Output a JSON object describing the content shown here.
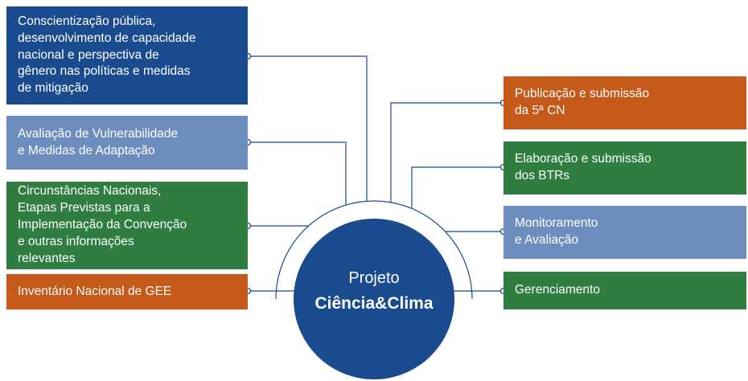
{
  "center": {
    "line1": "Projeto",
    "line2": "Ciência&Clima"
  },
  "left_boxes": [
    {
      "label": "Conscientização pública,\ndesenvolvimento de capacidade\nnacional e perspectiva de\ngênero nas políticas e medidas\nde mitigação",
      "color": "#1A4B8F"
    },
    {
      "label": "Avaliação de Vulnerabilidade\ne Medidas de Adaptação",
      "color": "#6D8DBF"
    },
    {
      "label": "Circunstâncias Nacionais,\nEtapas Previstas para a\nImplementação da Convenção\ne outras informações\nrelevantes",
      "color": "#2F7D41"
    },
    {
      "label": "Inventário Nacional de GEE",
      "color": "#C4591A"
    }
  ],
  "right_boxes": [
    {
      "label": "Publicação e submissão\nda 5ª CN",
      "color": "#C4591A"
    },
    {
      "label": "Elaboração e submissão\ndos BTRs",
      "color": "#2F7D41"
    },
    {
      "label": "Monitoramento\ne Avaliação",
      "color": "#6D8DBF"
    },
    {
      "label": "Gerenciamento",
      "color": "#2F7D41"
    }
  ],
  "colors": {
    "navy": "#1A4B8F",
    "blue-light": "#6D8DBF",
    "green": "#2F7D41",
    "orange": "#C4591A",
    "line": "#1A4B8F",
    "background": "#FFFFFF",
    "box-text": "#FFFFFF"
  }
}
